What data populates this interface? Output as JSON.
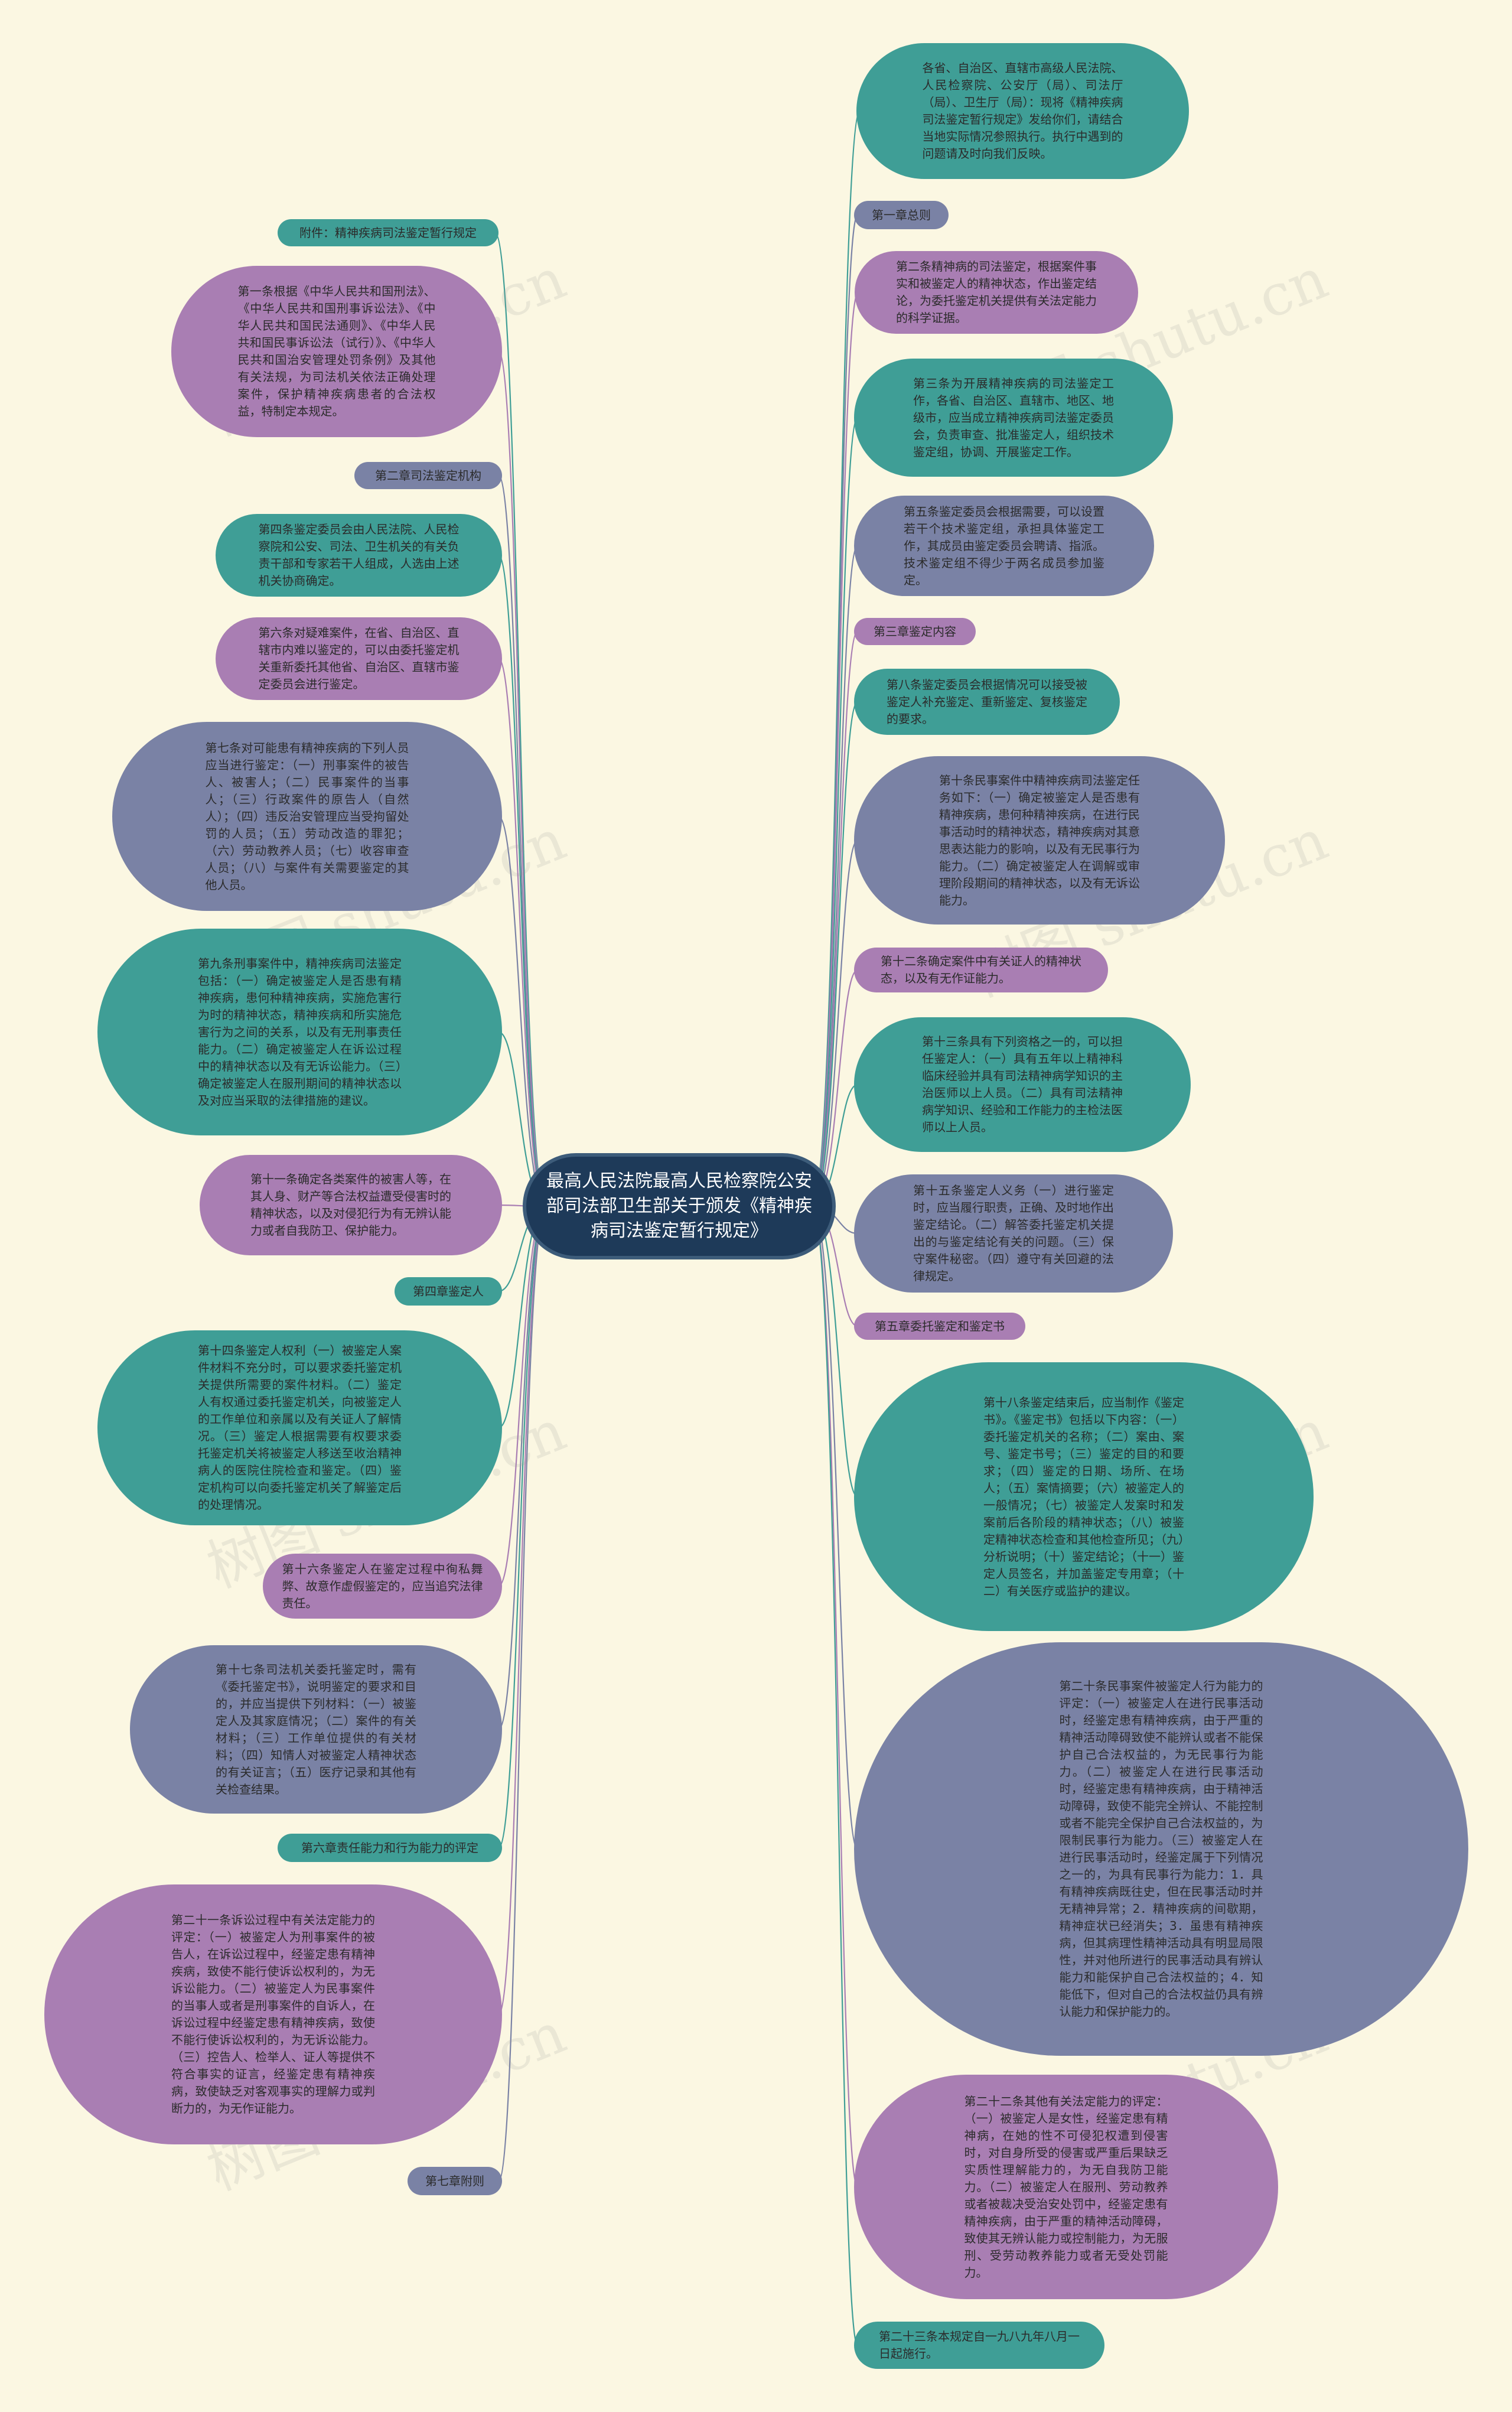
{
  "watermark": "树图 shutu.cn",
  "colors": {
    "background": "#fbf7e2",
    "teal": "#3f9e96",
    "purple": "#a97eb3",
    "slate": "#7a82a5",
    "center": "#1e3a59",
    "connector_teal": "#3f9e96",
    "connector_purple": "#a97eb3",
    "connector_slate": "#7a82a5"
  },
  "center": {
    "title": "最高人民法院最高人民检察院公安部司法部卫生部关于颁发《精神疾病司法鉴定暂行规定》"
  },
  "right_nodes": [
    {
      "id": "r1",
      "style": "teal",
      "text": "各省、自治区、直辖市高级人民法院、人民检察院、公安厅（局）、司法厅（局）、卫生厅（局）：现将《精神疾病司法鉴定暂行规定》发给你们，请结合当地实际情况参照执行。执行中遇到的问题请及时向我们反映。"
    },
    {
      "id": "r2",
      "style": "slate",
      "text": "第一章总则"
    },
    {
      "id": "r3",
      "style": "purple",
      "text": "第二条精神病的司法鉴定，根据案件事实和被鉴定人的精神状态，作出鉴定结论，为委托鉴定机关提供有关法定能力的科学证据。"
    },
    {
      "id": "r4",
      "style": "teal",
      "text": "第三条为开展精神疾病的司法鉴定工作，各省、自治区、直辖市、地区、地级市，应当成立精神疾病司法鉴定委员会，负责审查、批准鉴定人，组织技术鉴定组，协调、开展鉴定工作。"
    },
    {
      "id": "r5",
      "style": "slate",
      "text": "第五条鉴定委员会根据需要，可以设置若干个技术鉴定组，承担具体鉴定工作，其成员由鉴定委员会聘请、指派。技术鉴定组不得少于两名成员参加鉴定。"
    },
    {
      "id": "r6",
      "style": "purple",
      "text": "第三章鉴定内容"
    },
    {
      "id": "r7",
      "style": "teal",
      "text": "第八条鉴定委员会根据情况可以接受被鉴定人补充鉴定、重新鉴定、复核鉴定的要求。"
    },
    {
      "id": "r8",
      "style": "slate",
      "text": "第十条民事案件中精神疾病司法鉴定任务如下：（一）确定被鉴定人是否患有精神疾病，患何种精神疾病，在进行民事活动时的精神状态，精神疾病对其意思表达能力的影响，以及有无民事行为能力。（二）确定被鉴定人在调解或审理阶段期间的精神状态，以及有无诉讼能力。"
    },
    {
      "id": "r9",
      "style": "purple",
      "text": "第十二条确定案件中有关证人的精神状态，以及有无作证能力。"
    },
    {
      "id": "r10",
      "style": "teal",
      "text": "第十三条具有下列资格之一的，可以担任鉴定人：（一）具有五年以上精神科临床经验并具有司法精神病学知识的主治医师以上人员。（二）具有司法精神病学知识、经验和工作能力的主检法医师以上人员。"
    },
    {
      "id": "r11",
      "style": "slate",
      "text": "第十五条鉴定人义务（一）进行鉴定时，应当履行职责，正确、及时地作出鉴定结论。（二）解答委托鉴定机关提出的与鉴定结论有关的问题。（三）保守案件秘密。（四）遵守有关回避的法律规定。"
    },
    {
      "id": "r12",
      "style": "purple",
      "text": "第五章委托鉴定和鉴定书"
    },
    {
      "id": "r13",
      "style": "teal",
      "text": "第十八条鉴定结束后，应当制作《鉴定书》。《鉴定书》包括以下内容：（一）委托鉴定机关的名称；（二）案由、案号、鉴定书号；（三）鉴定的目的和要求；（四）鉴定的日期、场所、在场人；（五）案情摘要；（六）被鉴定人的一般情况；（七）被鉴定人发案时和发案前后各阶段的精神状态；（八）被鉴定精神状态检查和其他检查所见；（九）分析说明；（十）鉴定结论；（十一）鉴定人员签名，并加盖鉴定专用章；（十二）有关医疗或监护的建议。"
    },
    {
      "id": "r14",
      "style": "slate",
      "text": "第二十条民事案件被鉴定人行为能力的评定：（一）被鉴定人在进行民事活动时，经鉴定患有精神疾病，由于严重的精神活动障碍致使不能辨认或者不能保护自己合法权益的，为无民事行为能力。（二）被鉴定人在进行民事活动时，经鉴定患有精神疾病，由于精神活动障碍，致使不能完全辨认、不能控制或者不能完全保护自己合法权益的，为限制民事行为能力。（三）被鉴定人在进行民事活动时，经鉴定属于下列情况之一的，为具有民事行为能力：1．具有精神疾病既往史，但在民事活动时并无精神异常；2．精神疾病的间歇期，精神症状已经消失；3．虽患有精神疾病，但其病理性精神活动具有明显局限性，并对他所进行的民事活动具有辨认能力和能保护自己合法权益的；4．知能低下，但对自己的合法权益仍具有辨认能力和保护能力的。"
    },
    {
      "id": "r15",
      "style": "purple",
      "text": "第二十二条其他有关法定能力的评定：（一）被鉴定人是女性，经鉴定患有精神病，在她的性不可侵犯权遭到侵害时，对自身所受的侵害或严重后果缺乏实质性理解能力的，为无自我防卫能力。（二）被鉴定人在服刑、劳动教养或者被裁决受治安处罚中，经鉴定患有精神疾病，由于严重的精神活动障碍，致使其无辨认能力或控制能力，为无服刑、受劳动教养能力或者无受处罚能力。"
    },
    {
      "id": "r16",
      "style": "teal",
      "text": "第二十三条本规定自一九八九年八月一日起施行。"
    }
  ],
  "left_nodes": [
    {
      "id": "l1",
      "style": "teal",
      "text": "附件：精神疾病司法鉴定暂行规定"
    },
    {
      "id": "l2",
      "style": "purple",
      "text": "第一条根据《中华人民共和国刑法》、《中华人民共和国刑事诉讼法》、《中华人民共和国民法通则》、《中华人民共和国民事诉讼法（试行）》、《中华人民共和国治安管理处罚条例》及其他有关法规，为司法机关依法正确处理案件，保护精神疾病患者的合法权益，特制定本规定。"
    },
    {
      "id": "l3",
      "style": "slate",
      "text": "第二章司法鉴定机构"
    },
    {
      "id": "l4",
      "style": "teal",
      "text": "第四条鉴定委员会由人民法院、人民检察院和公安、司法、卫生机关的有关负责干部和专家若干人组成，人选由上述机关协商确定。"
    },
    {
      "id": "l5",
      "style": "purple",
      "text": "第六条对疑难案件，在省、自治区、直辖市内难以鉴定的，可以由委托鉴定机关重新委托其他省、自治区、直辖市鉴定委员会进行鉴定。"
    },
    {
      "id": "l6",
      "style": "slate",
      "text": "第七条对可能患有精神疾病的下列人员应当进行鉴定：（一）刑事案件的被告人、被害人；（二）民事案件的当事人；（三）行政案件的原告人（自然人）；（四）违反治安管理应当受拘留处罚的人员；（五）劳动改造的罪犯；（六）劳动教养人员；（七）收容审查人员；（八）与案件有关需要鉴定的其他人员。"
    },
    {
      "id": "l7",
      "style": "teal",
      "text": "第九条刑事案件中，精神疾病司法鉴定包括：（一）确定被鉴定人是否患有精神疾病，患何种精神疾病，实施危害行为时的精神状态，精神疾病和所实施危害行为之间的关系，以及有无刑事责任能力。（二）确定被鉴定人在诉讼过程中的精神状态以及有无诉讼能力。（三）确定被鉴定人在服刑期间的精神状态以及对应当采取的法律措施的建议。"
    },
    {
      "id": "l8",
      "style": "purple",
      "text": "第十一条确定各类案件的被害人等，在其人身、财产等合法权益遭受侵害时的精神状态，以及对侵犯行为有无辨认能力或者自我防卫、保护能力。"
    },
    {
      "id": "l9",
      "style": "teal",
      "text": "第四章鉴定人"
    },
    {
      "id": "l10",
      "style": "teal",
      "text": "第十四条鉴定人权利（一）被鉴定人案件材料不充分时，可以要求委托鉴定机关提供所需要的案件材料。（二）鉴定人有权通过委托鉴定机关，向被鉴定人的工作单位和亲属以及有关证人了解情况。（三）鉴定人根据需要有权要求委托鉴定机关将被鉴定人移送至收治精神病人的医院住院检查和鉴定。（四）鉴定机构可以向委托鉴定机关了解鉴定后的处理情况。"
    },
    {
      "id": "l11",
      "style": "purple",
      "text": "第十六条鉴定人在鉴定过程中徇私舞弊、故意作虚假鉴定的，应当追究法律责任。"
    },
    {
      "id": "l12",
      "style": "slate",
      "text": "第十七条司法机关委托鉴定时，需有《委托鉴定书》，说明鉴定的要求和目的，并应当提供下列材料：（一）被鉴定人及其家庭情况；（二）案件的有关材料；（三）工作单位提供的有关材料；（四）知情人对被鉴定人精神状态的有关证言；（五）医疗记录和其他有关检查结果。"
    },
    {
      "id": "l13",
      "style": "teal",
      "text": "第六章责任能力和行为能力的评定"
    },
    {
      "id": "l14",
      "style": "purple",
      "text": "第二十一条诉讼过程中有关法定能力的评定：（一）被鉴定人为刑事案件的被告人，在诉讼过程中，经鉴定患有精神疾病，致使不能行使诉讼权利的，为无诉讼能力。（二）被鉴定人为民事案件的当事人或者是刑事案件的自诉人，在诉讼过程中经鉴定患有精神疾病，致使不能行使诉讼权利的，为无诉讼能力。（三）控告人、检举人、证人等提供不符合事实的证言，经鉴定患有精神疾病，致使缺乏对客观事实的理解力或判断力的，为无作证能力。"
    },
    {
      "id": "l15",
      "style": "slate",
      "text": "第七章附则"
    }
  ]
}
